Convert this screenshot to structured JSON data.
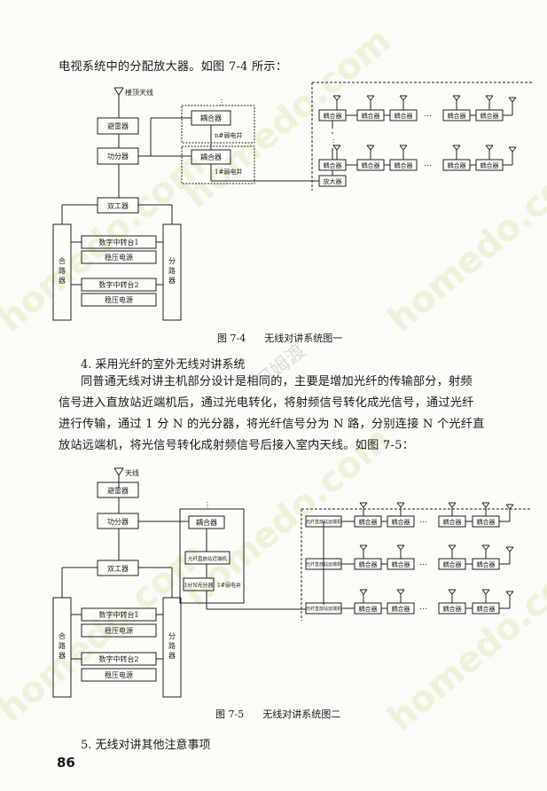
{
  "intro_line": "电视系统中的分配放大器。如图 7-4 所示：",
  "figure1": {
    "caption_num": "图 7-4",
    "caption_text": "无线对讲系统图一",
    "antenna": "楼顶天线",
    "arrester": "避雷器",
    "power_splitter": "功分器",
    "coupler": "耦合器",
    "shaft_n": "n#弱电井",
    "shaft_1": "1#弱电井",
    "amplifier": "放大器",
    "duplexer": "双工器",
    "combiner": "合路器",
    "divider": "分路器",
    "repeater1": "数字中转台1",
    "repeater2": "数字中转台2",
    "psu": "稳压电源",
    "dots": "⋯",
    "vdots": "⋮"
  },
  "section4": {
    "heading": "4. 采用光纤的室外无线对讲系统",
    "lines": [
      "同普通无线对讲主机部分设计是相同的，主要是增加光纤的传输部分，射频",
      "信号进入直放站近端机后，通过光电转化，将射频信号转化成光信号，通过光纤",
      "进行传输，通过 1 分 N 的光分器，将光纤信号分为 N 路，分别连接 N 个光纤直",
      "放站远端机，将光信号转化成射频信号后接入室内天线。如图 7-5："
    ]
  },
  "figure2": {
    "caption_num": "图 7-5",
    "caption_text": "无线对讲系统图二",
    "antenna": "天线",
    "arrester": "避雷器",
    "power_splitter": "功分器",
    "coupler": "耦合器",
    "near_unit": "光纤直放站近端机",
    "optical_splitter": "1分N光分器",
    "shaft": "1#弱电井",
    "remote_unit": "光纤直放站远端机",
    "duplexer": "双工器",
    "combiner": "合路器",
    "divider": "分路器",
    "repeater1": "数字中转台1",
    "repeater2": "数字中转台2",
    "psu1": "稳压电源",
    "psu2": "稳压电源",
    "dots": "⋯"
  },
  "section5_heading": "5. 无线对讲其他注意事项",
  "page_number": "86",
  "watermarks": [
    "homedo.com",
    "河姆渡"
  ]
}
